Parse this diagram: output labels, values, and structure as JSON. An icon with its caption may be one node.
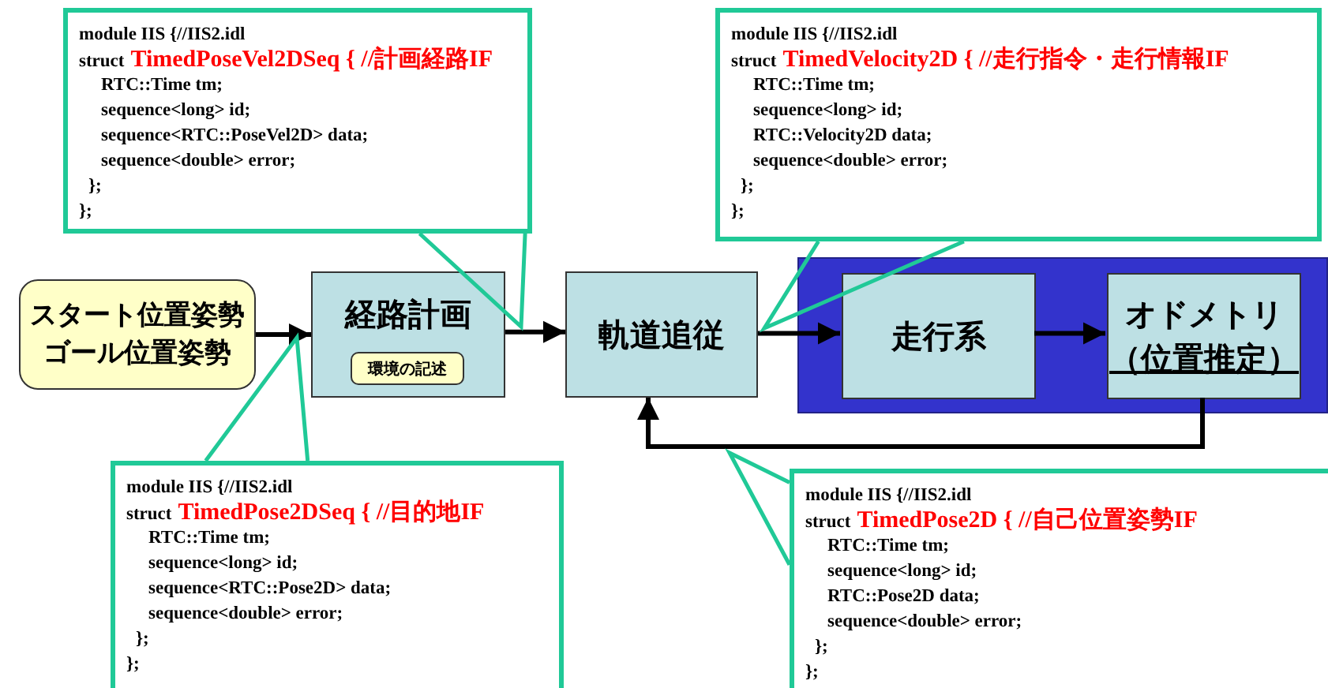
{
  "diagram": {
    "nodes": [
      {
        "text": [
          "スタート位置姿勢",
          "ゴール位置姿勢"
        ]
      },
      {
        "text": [
          "経路計画"
        ]
      },
      {
        "text": [
          "環境の記述"
        ],
        "in": 1
      },
      {
        "text": [
          "軌道追従"
        ]
      },
      {
        "text": [],
        "shape": "box"
      },
      {
        "text": [
          "走行系"
        ],
        "in": 4
      },
      {
        "text": [
          "オドメトリ",
          "（位置推定）"
        ],
        "in": 4
      },
      {
        "text": [
          "module IIS {//IIS2.idl",
          "struct",
          "TimedPoseVel2DSeq { //計画経路IF",
          "RTC::Time tm;",
          "sequence<long> id;",
          "sequence<RTC::PoseVel2D> data;",
          "sequence<double> error;",
          "};",
          "};"
        ]
      },
      {
        "text": [
          "module IIS {//IIS2.idl",
          "struct",
          "TimedVelocity2D { //走行指令・走行情報IF",
          "RTC::Time tm;",
          "sequence<long> id;",
          "RTC::Velocity2D data;",
          "sequence<double> error;",
          "};",
          "};"
        ]
      },
      {
        "text": [
          "module IIS {//IIS2.idl",
          "struct",
          "TimedPose2DSeq { //目的地IF",
          "RTC::Time tm;",
          "sequence<long> id;",
          "sequence<RTC::Pose2D> data;",
          "sequence<double> error;",
          "};",
          "};"
        ]
      },
      {
        "text": [
          "module IIS {//IIS2.idl",
          "struct",
          "TimedPose2D { //自己位置姿勢IF",
          "RTC::Time tm;",
          "sequence<long> id;",
          "RTC::Pose2D data;",
          "sequence<double> error;",
          "};",
          "};"
        ]
      }
    ],
    "edges": [
      {
        "from": 0,
        "to": 1,
        "arrow": "to"
      },
      {
        "from": 1,
        "to": 3,
        "arrow": "to"
      },
      {
        "from": 3,
        "to": 5,
        "arrow": "to"
      },
      {
        "from": 5,
        "to": 6,
        "arrow": "to"
      },
      {
        "from": 6,
        "to": 3,
        "arrow": "to"
      },
      {
        "from": 7,
        "to": null,
        "arrow": "none",
        "color": "#20c997"
      },
      {
        "from": 8,
        "to": null,
        "arrow": "none",
        "color": "#20c997"
      },
      {
        "from": 9,
        "to": null,
        "arrow": "none",
        "color": "#20c997"
      },
      {
        "from": 10,
        "to": null,
        "arrow": "none",
        "color": "#20c997"
      }
    ]
  }
}
